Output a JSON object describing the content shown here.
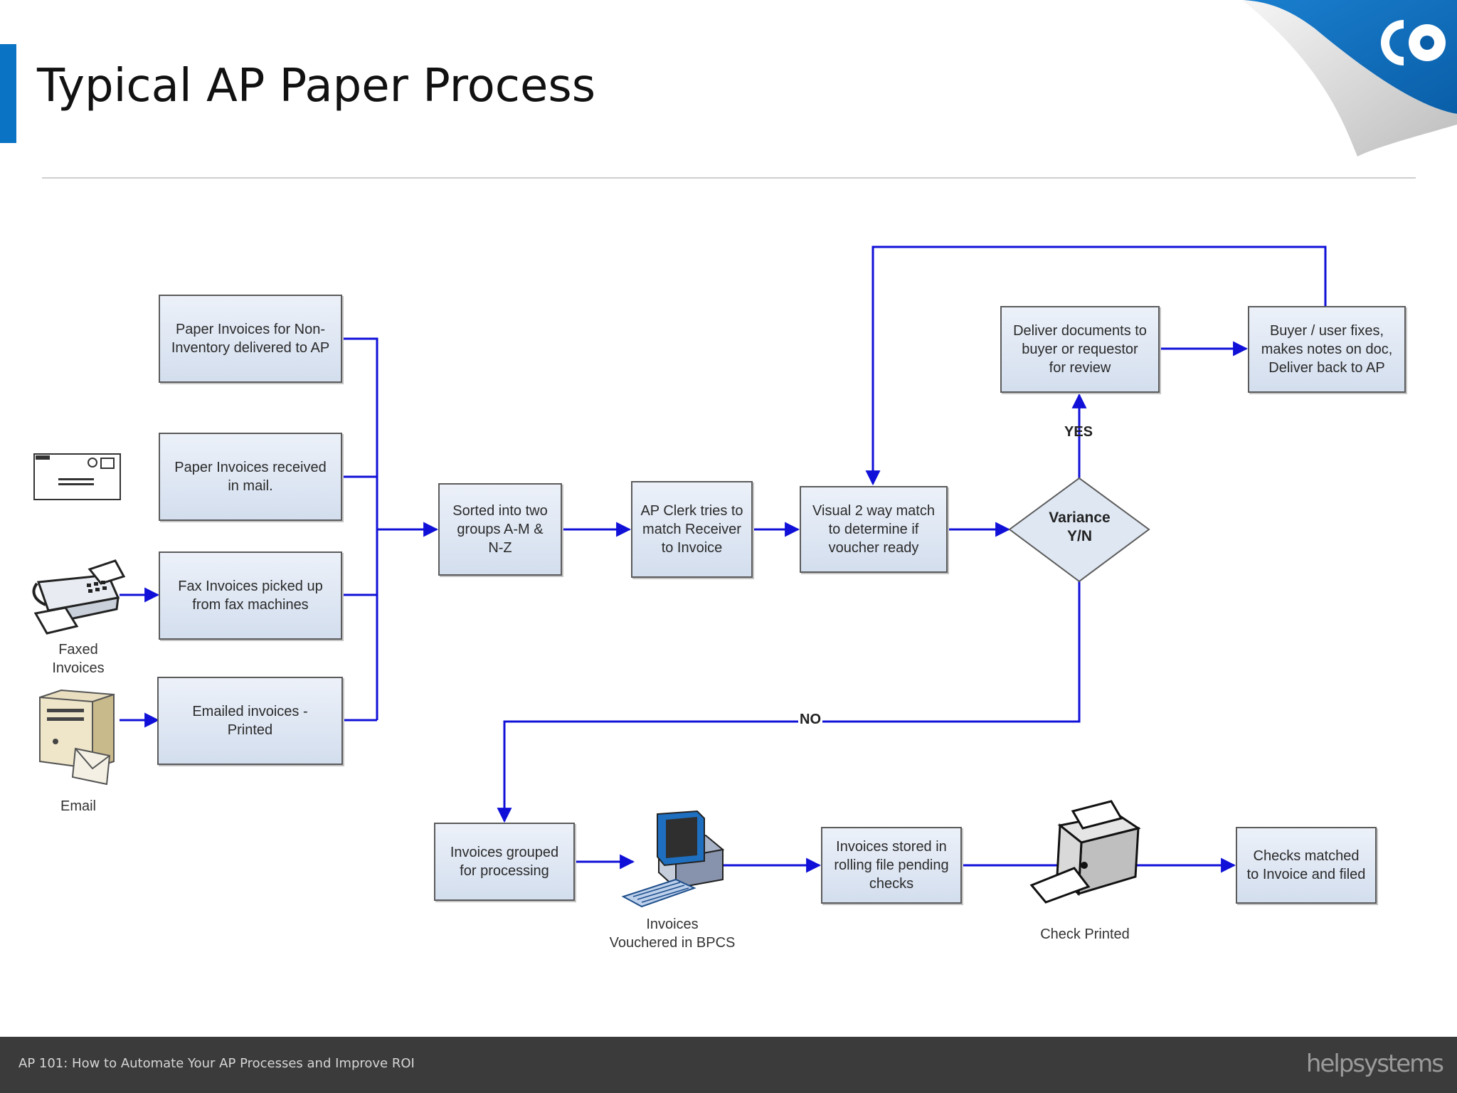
{
  "slide": {
    "title": "Typical AP Paper Process",
    "footer_text": "AP 101: How to Automate Your AP Processes and Improve ROI",
    "footer_logo": "helpsystems"
  },
  "diagram": {
    "boxes": {
      "paper_non_inventory": "Paper Invoices for Non-\nInventory delivered to AP",
      "paper_mail": "Paper Invoices received\nin mail.",
      "fax_invoices": "Fax Invoices picked up\nfrom fax machines",
      "emailed_invoices": "Emailed invoices -\nPrinted",
      "sorted": "Sorted into two\ngroups A-M &\nN-Z",
      "ap_clerk": "AP Clerk tries to\nmatch Receiver\nto Invoice",
      "visual_match": "Visual 2 way match\nto determine if\nvoucher ready",
      "deliver_docs": "Deliver documents to\nbuyer or requestor\nfor review",
      "buyer_fixes": "Buyer / user fixes,\nmakes notes on doc,\nDeliver back to AP",
      "grouped": "Invoices grouped\nfor processing",
      "stored": "Invoices stored in\nrolling file pending\nchecks",
      "checks_matched": "Checks matched\nto Invoice and filed"
    },
    "decision": "Variance\nY/N",
    "labels": {
      "faxed": "Faxed\nInvoices",
      "email": "Email",
      "vouchered": "Invoices\nVouchered in BPCS",
      "check_printed": "Check Printed",
      "yes": "YES",
      "no": "NO"
    },
    "icons": [
      "envelope-icon",
      "fax-machine-icon",
      "email-server-icon",
      "computer-icon",
      "printer-icon"
    ],
    "colors": {
      "arrow": "#1010d8",
      "accent": "#0a73c3",
      "box_top": "#ecf1f9",
      "box_bottom": "#d3deee"
    }
  }
}
